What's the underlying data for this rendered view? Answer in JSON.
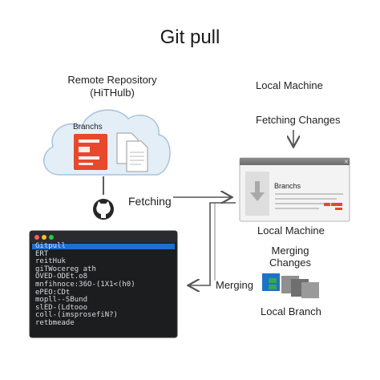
{
  "title": "Git pull",
  "remote": {
    "heading_line1": "Remote Repository",
    "heading_line2": "(HiTHulb)",
    "cloud_label": "Branchs",
    "icon": "github-icon"
  },
  "local": {
    "heading": "Local Machine",
    "fetching_changes": "Fetching Changes",
    "window_label": "Branchs",
    "window_caption": "Local Machine",
    "merging_line1": "Merging",
    "merging_line2": "Changes",
    "local_branch": "Local Branch"
  },
  "arrows": {
    "fetching": "Fetching",
    "merging": "Merging"
  },
  "terminal": {
    "lines": [
      "Gitpull",
      "ERT",
      "reitHuk",
      "giTWocereg ath",
      "OVED-ODEt.o8",
      "mnfihnoce:36O-(1X1<(h0)",
      "ePEO:CDt",
      "mopll--SBund",
      "slED-(Ldtooo",
      "coll-(imsprosefiN?)",
      "retbmeade"
    ],
    "dot_colors": [
      "#ff5f57",
      "#febc2e",
      "#28c840"
    ],
    "highlight_color": "#1f6fd1"
  },
  "colors": {
    "cloud_fill": "#e4eef7",
    "cloud_stroke": "#a8c2dd",
    "accent_orange": "#e8482c",
    "merge_blue": "#1e72c8",
    "merge_green": "#35a853",
    "window_bg": "#f3f3f3",
    "terminal_bg": "#1c1d1f"
  }
}
